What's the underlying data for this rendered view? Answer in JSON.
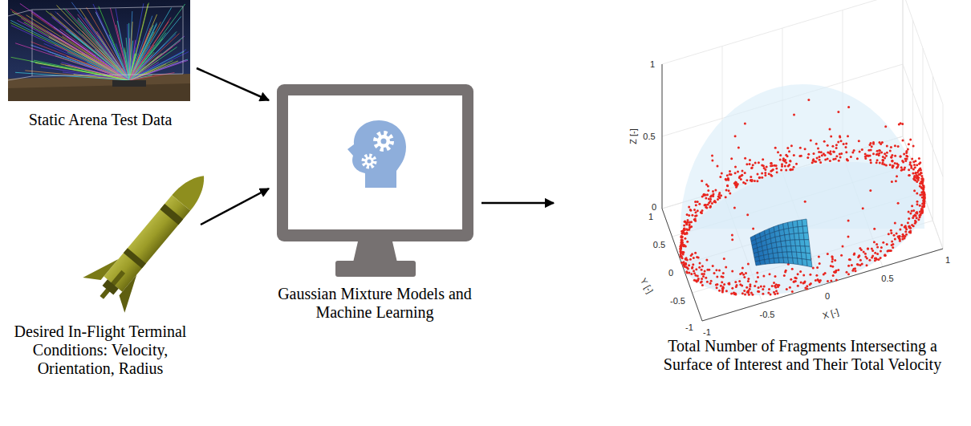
{
  "diagram": {
    "nodes": [
      {
        "text": [
          "Static Arena Test Data"
        ]
      },
      {
        "text": [
          "Desired In-Flight Terminal Conditions: Velocity, Orientation, Radius"
        ]
      },
      {
        "text": [
          "Gaussian Mixture Models and Machine Learning"
        ]
      },
      {
        "text": [
          "Total Number of Fragments Intersecting a Surface of Interest and Their Total Velocity"
        ]
      }
    ],
    "edges": [
      {
        "from": 0,
        "to": 2,
        "arrow": "to"
      },
      {
        "from": 1,
        "to": 2,
        "arrow": "to"
      },
      {
        "from": 2,
        "to": 3,
        "arrow": "to"
      }
    ],
    "labels": [
      "1",
      "0.5",
      "0",
      "Z [-]",
      "1",
      "0.5",
      "0",
      "-0.5",
      "-1",
      "Y [-]",
      "-1",
      "-0.5",
      "0",
      "0.5",
      "1",
      "X [-]"
    ]
  }
}
